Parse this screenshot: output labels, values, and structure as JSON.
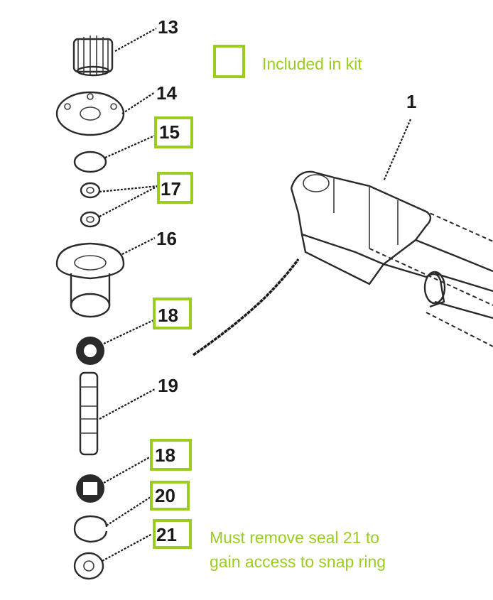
{
  "legend": {
    "label": "Included in kit",
    "color": "#9acd1e"
  },
  "note": {
    "line1": "Must remove seal 21 to",
    "line2": "gain access to snap ring"
  },
  "parts": [
    {
      "id": "p13",
      "number": "13",
      "in_kit": false
    },
    {
      "id": "p14",
      "number": "14",
      "in_kit": false
    },
    {
      "id": "p15",
      "number": "15",
      "in_kit": true
    },
    {
      "id": "p17",
      "number": "17",
      "in_kit": true
    },
    {
      "id": "p16",
      "number": "16",
      "in_kit": false
    },
    {
      "id": "p18a",
      "number": "18",
      "in_kit": true
    },
    {
      "id": "p19",
      "number": "19",
      "in_kit": false
    },
    {
      "id": "p18b",
      "number": "18",
      "in_kit": true
    },
    {
      "id": "p20",
      "number": "20",
      "in_kit": true
    },
    {
      "id": "p21",
      "number": "21",
      "in_kit": true
    },
    {
      "id": "p1",
      "number": "1",
      "in_kit": false
    }
  ]
}
